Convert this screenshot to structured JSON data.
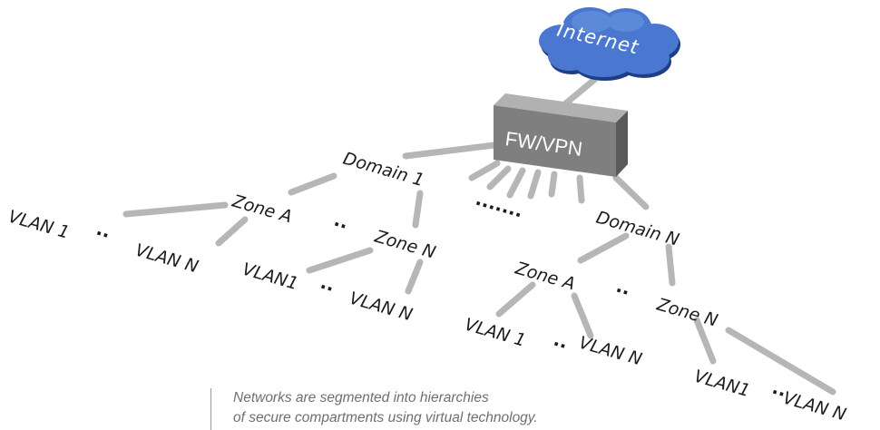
{
  "cloud": {
    "label": "Internet",
    "color": "#3b68c2"
  },
  "firewall": {
    "label": "FW/VPN",
    "color": "#7d7d7d"
  },
  "labels": {
    "domain1": "Domain 1",
    "domainN": "Domain N",
    "zoneA_left": "Zone A",
    "zoneN_left": "Zone N",
    "zoneA_right": "Zone A",
    "zoneN_right": "Zone N",
    "vlan1_a": "VLAN 1",
    "vlanN_a": "VLAN N",
    "vlan1_b": "VLAN1",
    "vlanN_b": "VLAN N",
    "vlan1_c": "VLAN 1",
    "vlanN_c": "VLAN N",
    "vlan1_d": "VLAN1",
    "vlanN_d": "VLAN N"
  },
  "ellipsis": {
    "short": "..",
    "long": "......."
  },
  "caption": {
    "line1": "Networks are segmented into hierarchies",
    "line2": "of secure compartments using virtual technology."
  },
  "link_color": "#b6b6b6"
}
